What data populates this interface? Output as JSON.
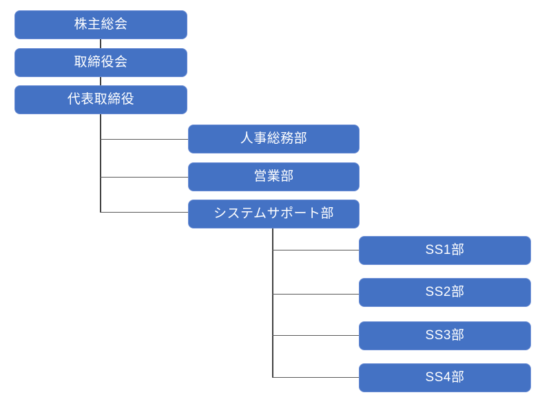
{
  "diagram": {
    "type": "organization-chart",
    "title": "",
    "background_color": "#FFFFFF",
    "node_fill_color": "#4472C4",
    "node_text_color": "#FFFFFF",
    "node_border_color": "#6A8CD4",
    "connector_color": "#3F3F3F"
  },
  "nodes": {
    "shareholders_meeting": {
      "label": "株主総会",
      "level": 1
    },
    "board_of_directors": {
      "label": "取締役会",
      "level": 2
    },
    "representative_director": {
      "label": "代表取締役",
      "level": 3
    },
    "hr_general_affairs": {
      "label": "人事総務部",
      "level": 4
    },
    "sales": {
      "label": "営業部",
      "level": 4
    },
    "system_support": {
      "label": "システムサポート部",
      "level": 4
    },
    "ss1": {
      "label": "SS1部",
      "level": 5
    },
    "ss2": {
      "label": "SS2部",
      "level": 5
    },
    "ss3": {
      "label": "SS3部",
      "level": 5
    },
    "ss4": {
      "label": "SS4部",
      "level": 5
    }
  }
}
